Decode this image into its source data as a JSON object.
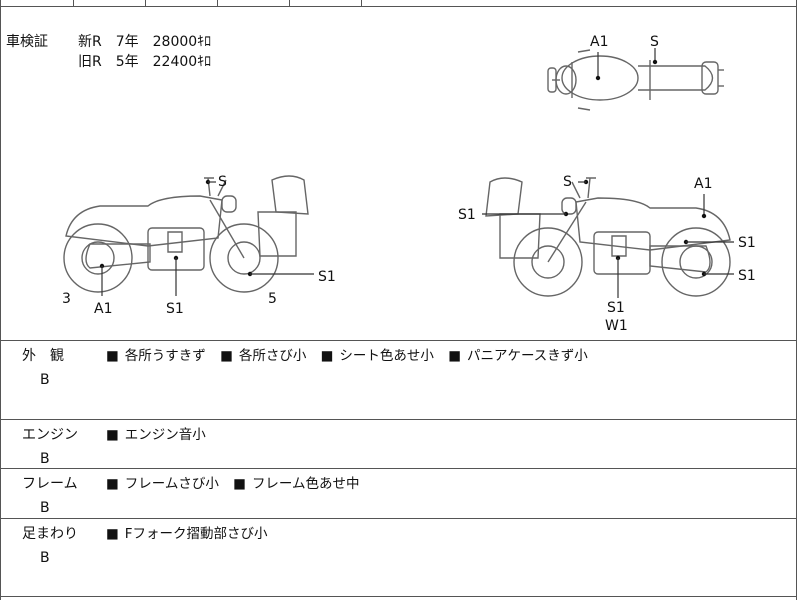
{
  "inspection": {
    "label": "車検証",
    "new_line": "新R　7年　28000ｷﾛ",
    "old_line": "旧R　5年　22400ｷﾛ"
  },
  "diagram_labels": {
    "top_a1": "A1",
    "top_s": "S",
    "left_s": "S",
    "left_s1": "S1",
    "left_3": "3",
    "left_a1": "A1",
    "left_s1b": "S1",
    "left_5": "5",
    "right_s": "S",
    "right_s1a": "S1",
    "right_a1": "A1",
    "right_s1b": "S1",
    "right_s1c": "S1",
    "right_s1d": "S1",
    "right_w1": "W1"
  },
  "rows": [
    {
      "name": "外　観",
      "grade": "B",
      "items": [
        "各所うすきず",
        "各所さび小",
        "シート色あせ小",
        "パニアケースきず小"
      ]
    },
    {
      "name": "エンジン",
      "grade": "B",
      "items": [
        "エンジン音小"
      ]
    },
    {
      "name": "フレーム",
      "grade": "B",
      "items": [
        "フレームさび小",
        "フレーム色あせ中"
      ]
    },
    {
      "name": "足まわり",
      "grade": "B",
      "items": [
        "Fフォーク摺動部さび小"
      ]
    }
  ],
  "bullet_symbol": "■"
}
